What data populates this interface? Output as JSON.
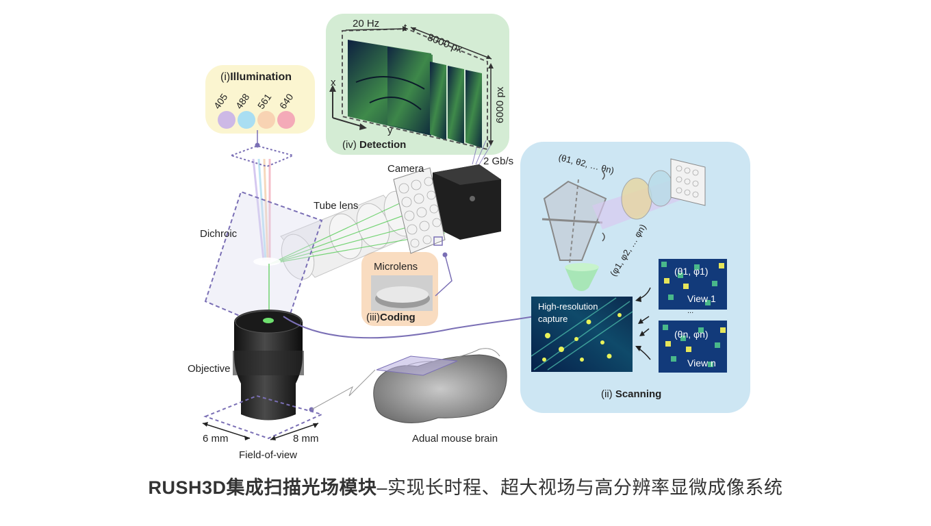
{
  "illumination": {
    "prefix": "(i)",
    "title": "Illumination",
    "wavelengths": [
      {
        "label": "405",
        "color": "#cdb9e6"
      },
      {
        "label": "488",
        "color": "#a9def2"
      },
      {
        "label": "561",
        "color": "#f8d3b3"
      },
      {
        "label": "640",
        "color": "#f4aab8"
      }
    ]
  },
  "detection": {
    "prefix": "(iv)",
    "title": "Detection",
    "rate": "20 Hz",
    "t_axis": "t",
    "width_px": "8000 px",
    "height_px": "6000 px",
    "x_axis": "x",
    "y_axis": "y",
    "bandwidth": "2 Gb/s"
  },
  "labels": {
    "camera": "Camera",
    "tube_lens": "Tube lens",
    "dichroic": "Dichroic",
    "objective": "Objective",
    "fov_w": "6 mm",
    "fov_h": "8 mm",
    "fov": "Field-of-view",
    "brain": "Adual mouse brain"
  },
  "coding": {
    "prefix": "(iii)",
    "title": "Coding",
    "microlens": "Microlens"
  },
  "scanning": {
    "prefix": "(ii)",
    "title": "Scanning",
    "theta_seq": "(θ1, θ2, … θn)",
    "phi_seq": "(φ1, φ2, … φn)",
    "high_res": "High-resolution",
    "capture": "capture",
    "view1_angle": "(θ1, φ1)",
    "view1": "View 1",
    "ellipsis": "...",
    "viewn_angle": "(θn, φn)",
    "viewn": "View n"
  },
  "caption": {
    "bold": "RUSH3D集成扫描光场模块",
    "rest": "–实现长时程、超大视场与高分辨率显微成像系统"
  },
  "colors": {
    "illum_panel": "#fbf5d0",
    "detect_panel": "#d4ecd4",
    "scan_panel": "#cde6f3",
    "coding_panel": "#f9dcc0",
    "dash": "#7a6fb5"
  }
}
